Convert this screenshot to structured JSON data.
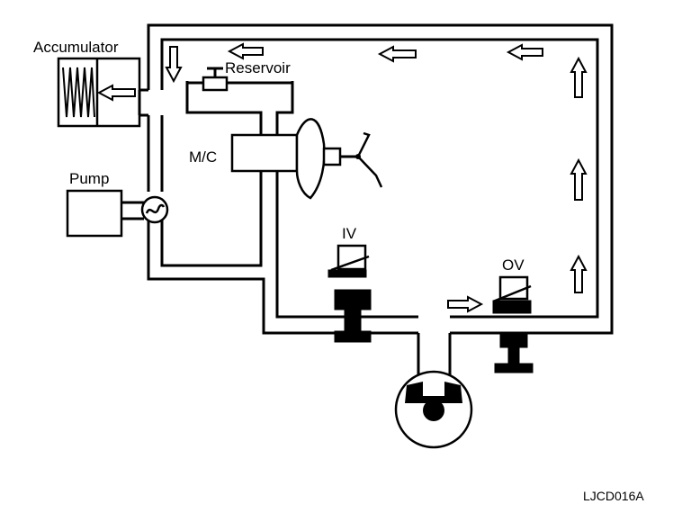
{
  "labels": {
    "accumulator": "Accumulator",
    "reservoir": "Reservoir",
    "master_cylinder": "M/C",
    "pump": "Pump",
    "inlet_valve": "IV",
    "outlet_valve": "OV",
    "figure_code": "LJCD016A"
  },
  "icons": {
    "flow_arrow": "hollow-arrow",
    "pump_symbol": "tilde-circle",
    "accumulator_spring": "spring-coil",
    "solenoid_valve": "solenoid-valve"
  },
  "colors": {
    "line": "#000000",
    "background": "#ffffff"
  }
}
